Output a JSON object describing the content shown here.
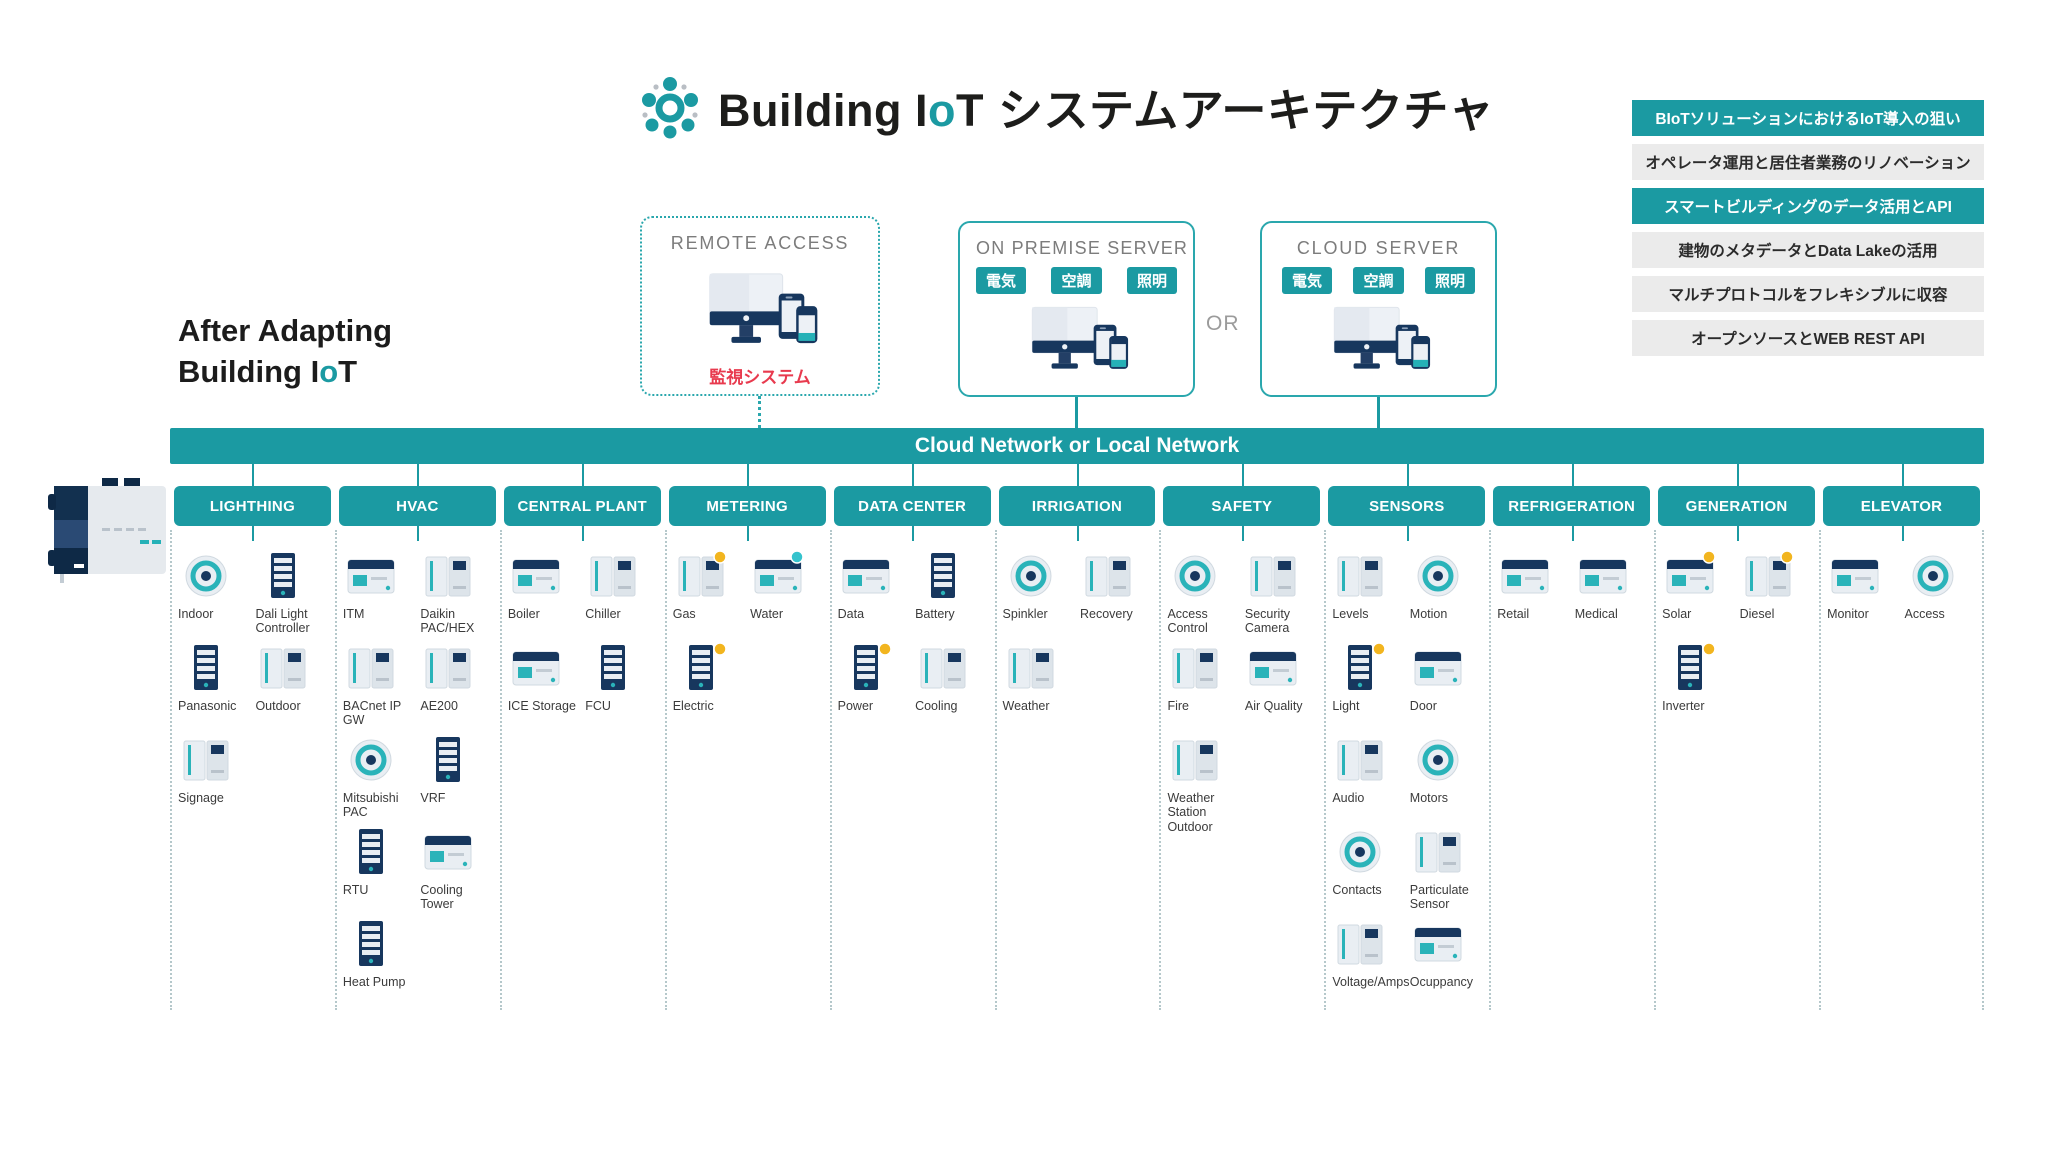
{
  "colors": {
    "teal": "#1b9aa2",
    "teal_border": "#2aa7ad",
    "navy": "#17375e",
    "navy_dark": "#0f2b4d",
    "title_text": "#1d1d1b",
    "label_text": "#3b3b3b",
    "muted_text": "#7c7c7c",
    "caption_red": "#e83a4e",
    "row_gray": "#ebebeb",
    "divider_dotted": "#b5c8cb",
    "accent_yellow": "#f2b51f",
    "accent_aqua": "#35c3cd"
  },
  "title": {
    "logo_icon": "iot-hub-logo",
    "en_prefix": "Building I",
    "en_o": "o",
    "en_suffix": "T",
    "ja": "システムアーキテクチャ"
  },
  "side_heading": {
    "line1": "After Adapting",
    "line2_prefix": "Building I",
    "line2_o": "o",
    "line2_suffix": "T"
  },
  "goals_panel": {
    "items": [
      {
        "label": "BIoTソリューションにおけるIoT導入の狙い",
        "highlighted": true
      },
      {
        "label": "オペレータ運用と居住者業務のリノベーション",
        "highlighted": false
      },
      {
        "label": "スマートビルディングのデータ活用とAPI",
        "highlighted": true
      },
      {
        "label": "建物のメタデータとData Lakeの活用",
        "highlighted": false
      },
      {
        "label": "マルチプロトコルをフレキシブルに収容",
        "highlighted": false
      },
      {
        "label": "オープンソースとWEB REST API",
        "highlighted": false
      }
    ]
  },
  "servers": {
    "remote_access": {
      "title": "REMOTE ACCESS",
      "caption": "監視システム",
      "icon": "workstation-devices-icon"
    },
    "on_premise": {
      "title": "ON PREMISE SERVER",
      "chips": [
        "電気",
        "空調",
        "照明"
      ],
      "icon": "workstation-devices-icon"
    },
    "cloud": {
      "title": "CLOUD SERVER",
      "chips": [
        "電気",
        "空調",
        "照明"
      ],
      "icon": "workstation-devices-icon"
    },
    "or_label": "OR"
  },
  "network_bar": {
    "label": "Cloud Network or Local Network"
  },
  "left_device": {
    "icon": "iot-gateway-device"
  },
  "categories": [
    {
      "label": "LIGHTHING",
      "devices": [
        {
          "name": "Indoor",
          "icon": "ceiling-light-icon"
        },
        {
          "name": "Dali Light Controller",
          "icon": "light-controller-icon"
        },
        {
          "name": "Panasonic",
          "icon": "lighting-panel-icon"
        },
        {
          "name": "Outdoor",
          "icon": "street-lamp-icon"
        },
        {
          "name": "Signage",
          "icon": "billboard-icon"
        }
      ]
    },
    {
      "label": "HVAC",
      "devices": [
        {
          "name": "ITM",
          "icon": "touch-panel-icon"
        },
        {
          "name": "Daikin PAC/HEX",
          "icon": "hvac-controller-icon"
        },
        {
          "name": "BACnet IP GW",
          "icon": "gateway-icon"
        },
        {
          "name": "AE200",
          "icon": "control-panel-icon"
        },
        {
          "name": "Mitsubishi PAC",
          "icon": "packaged-ac-icon"
        },
        {
          "name": "VRF",
          "icon": "cassette-ac-icon"
        },
        {
          "name": "RTU",
          "icon": "rooftop-unit-icon"
        },
        {
          "name": "Cooling Tower",
          "icon": "cooling-tower-icon"
        },
        {
          "name": "Heat Pump",
          "icon": "heat-pump-icon"
        }
      ]
    },
    {
      "label": "CENTRAL PLANT",
      "devices": [
        {
          "name": "Boiler",
          "icon": "boiler-icon"
        },
        {
          "name": "Chiller",
          "icon": "chiller-icon"
        },
        {
          "name": "ICE Storage",
          "icon": "ice-storage-icon"
        },
        {
          "name": "FCU",
          "icon": "fan-coil-unit-icon"
        }
      ]
    },
    {
      "label": "METERING",
      "devices": [
        {
          "name": "Gas",
          "icon": "gas-meter-icon",
          "accent": "#f2b51f"
        },
        {
          "name": "Water",
          "icon": "water-meter-icon",
          "accent": "#35c3cd"
        },
        {
          "name": "Electric",
          "icon": "electric-meter-icon",
          "accent": "#f2b51f"
        }
      ]
    },
    {
      "label": "DATA CENTER",
      "devices": [
        {
          "name": "Data",
          "icon": "server-rack-icon"
        },
        {
          "name": "Battery",
          "icon": "battery-cabinet-icon"
        },
        {
          "name": "Power",
          "icon": "circuit-board-icon",
          "accent": "#f2b51f"
        },
        {
          "name": "Cooling",
          "icon": "condenser-unit-icon"
        }
      ]
    },
    {
      "label": "IRRIGATION",
      "devices": [
        {
          "name": "Spinkler",
          "icon": "sprinkler-icon"
        },
        {
          "name": "Recovery",
          "icon": "recovery-basin-icon"
        },
        {
          "name": "Weather",
          "icon": "weather-station-icon"
        }
      ]
    },
    {
      "label": "SAFETY",
      "devices": [
        {
          "name": "Access Control",
          "icon": "access-control-icon"
        },
        {
          "name": "Security Camera",
          "icon": "security-camera-icon"
        },
        {
          "name": "Fire",
          "icon": "smoke-detector-icon"
        },
        {
          "name": "Air Quality",
          "icon": "air-quality-sensor-icon"
        },
        {
          "name": "Weather Station Outdoor",
          "icon": "outdoor-weather-station-icon",
          "wide": true
        }
      ]
    },
    {
      "label": "SENSORS",
      "devices": [
        {
          "name": "Levels",
          "icon": "level-sensor-icon"
        },
        {
          "name": "Motion",
          "icon": "motion-sensor-icon"
        },
        {
          "name": "Light",
          "icon": "light-sensor-icon",
          "accent": "#f2b51f"
        },
        {
          "name": "Door",
          "icon": "door-sensor-icon"
        },
        {
          "name": "Audio",
          "icon": "audio-sensor-icon"
        },
        {
          "name": "Motors",
          "icon": "motor-icon"
        },
        {
          "name": "Contacts",
          "icon": "contact-sensor-icon"
        },
        {
          "name": "Particulate Sensor",
          "icon": "particulate-sensor-icon"
        },
        {
          "name": "Voltage/Amps",
          "icon": "voltage-meter-icon"
        },
        {
          "name": "Ocuppancy",
          "icon": "occupancy-sensor-icon"
        }
      ]
    },
    {
      "label": "REFRIGERATION",
      "devices": [
        {
          "name": "Retail",
          "icon": "retail-fridge-icon"
        },
        {
          "name": "Medical",
          "icon": "medical-fridge-icon"
        }
      ]
    },
    {
      "label": "GENERATION",
      "devices": [
        {
          "name": "Solar",
          "icon": "solar-panel-icon",
          "accent": "#f2b51f"
        },
        {
          "name": "Diesel",
          "icon": "diesel-generator-icon",
          "accent": "#f2b51f"
        },
        {
          "name": "Inverter",
          "icon": "inverter-icon",
          "accent": "#f2b51f"
        }
      ]
    },
    {
      "label": "ELEVATOR",
      "devices": [
        {
          "name": "Monitor",
          "icon": "elevator-monitor-icon"
        },
        {
          "name": "Access",
          "icon": "elevator-access-icon"
        }
      ]
    }
  ]
}
